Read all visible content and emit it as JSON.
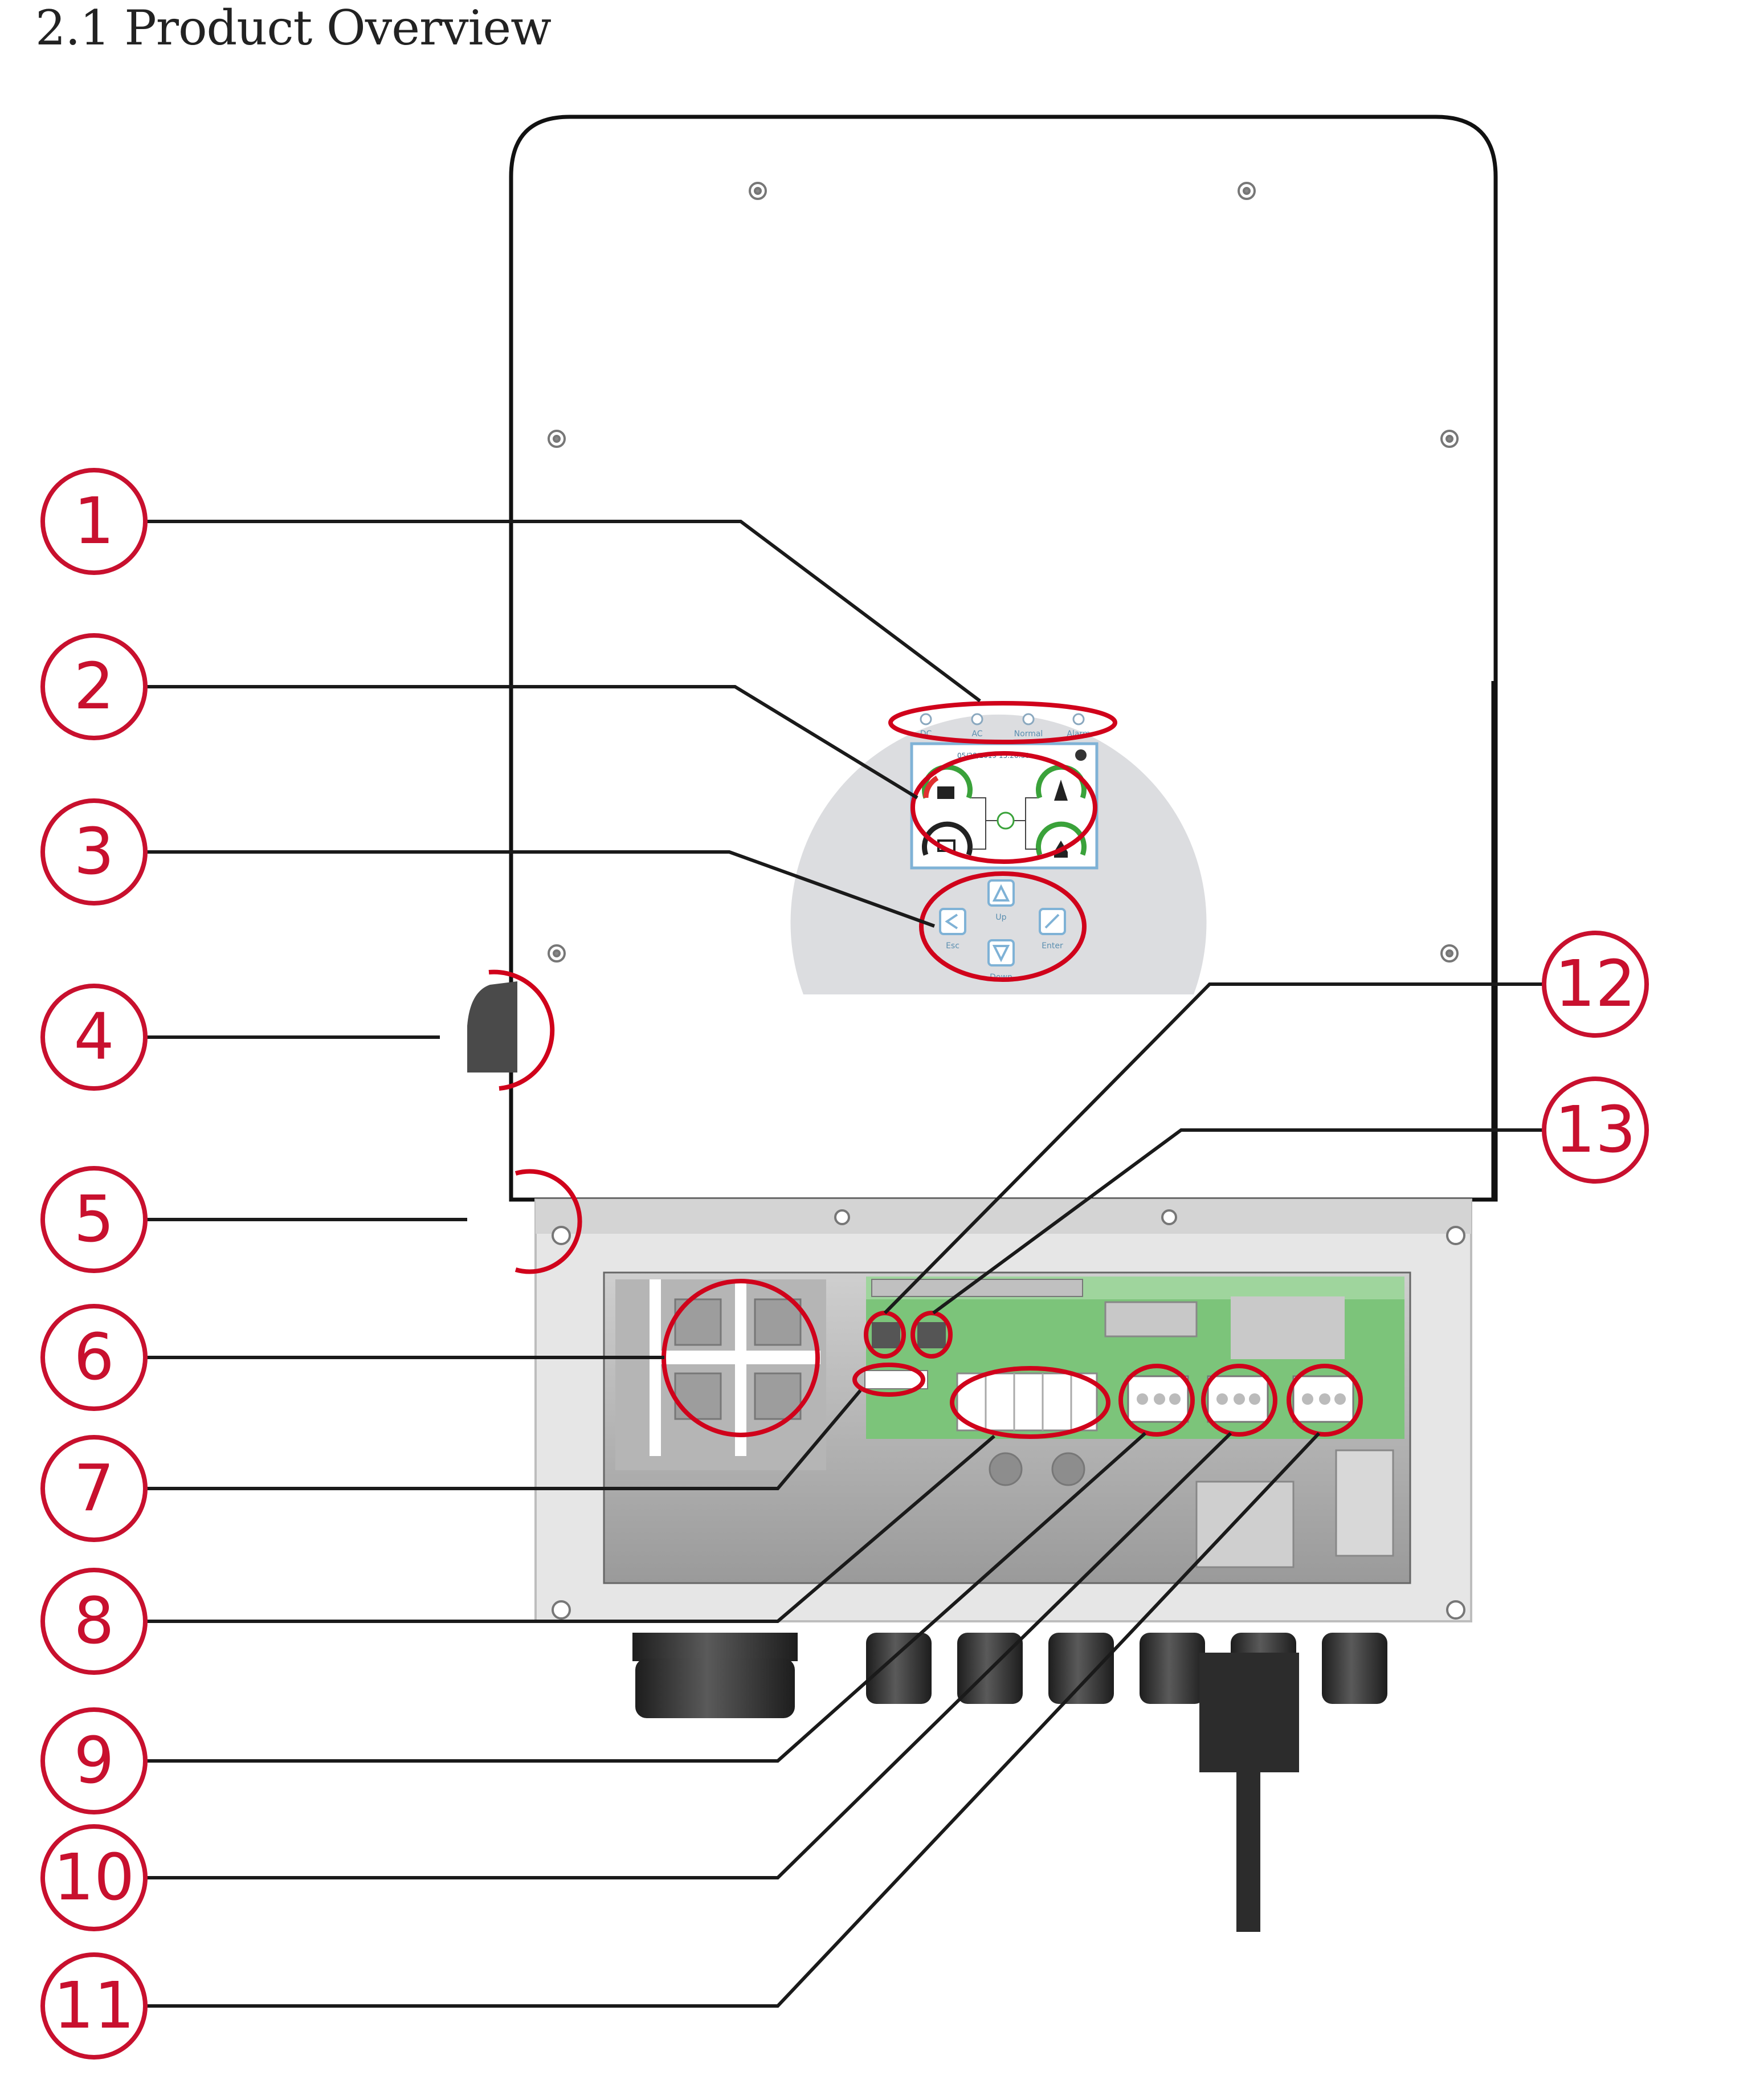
{
  "page": {
    "title": "2.1 Product Overview"
  },
  "panel": {
    "leds": [
      "DC",
      "AC",
      "Normal",
      "Alarm"
    ],
    "buttons": [
      "Esc",
      "Up",
      "Enter",
      "Down"
    ],
    "screen_header": "05/28/2019  15:26:30"
  },
  "callouts": [
    "1",
    "2",
    "3",
    "4",
    "5",
    "6",
    "7",
    "8",
    "9",
    "10",
    "11",
    "12",
    "13"
  ],
  "colors": {
    "callout": "#c8102e",
    "highlight": "#d0021b",
    "leader": "#1a1a1a",
    "panel_disk": "#dcdde0",
    "pcb": "#7cc47a",
    "gland": "#2a2a2a"
  }
}
